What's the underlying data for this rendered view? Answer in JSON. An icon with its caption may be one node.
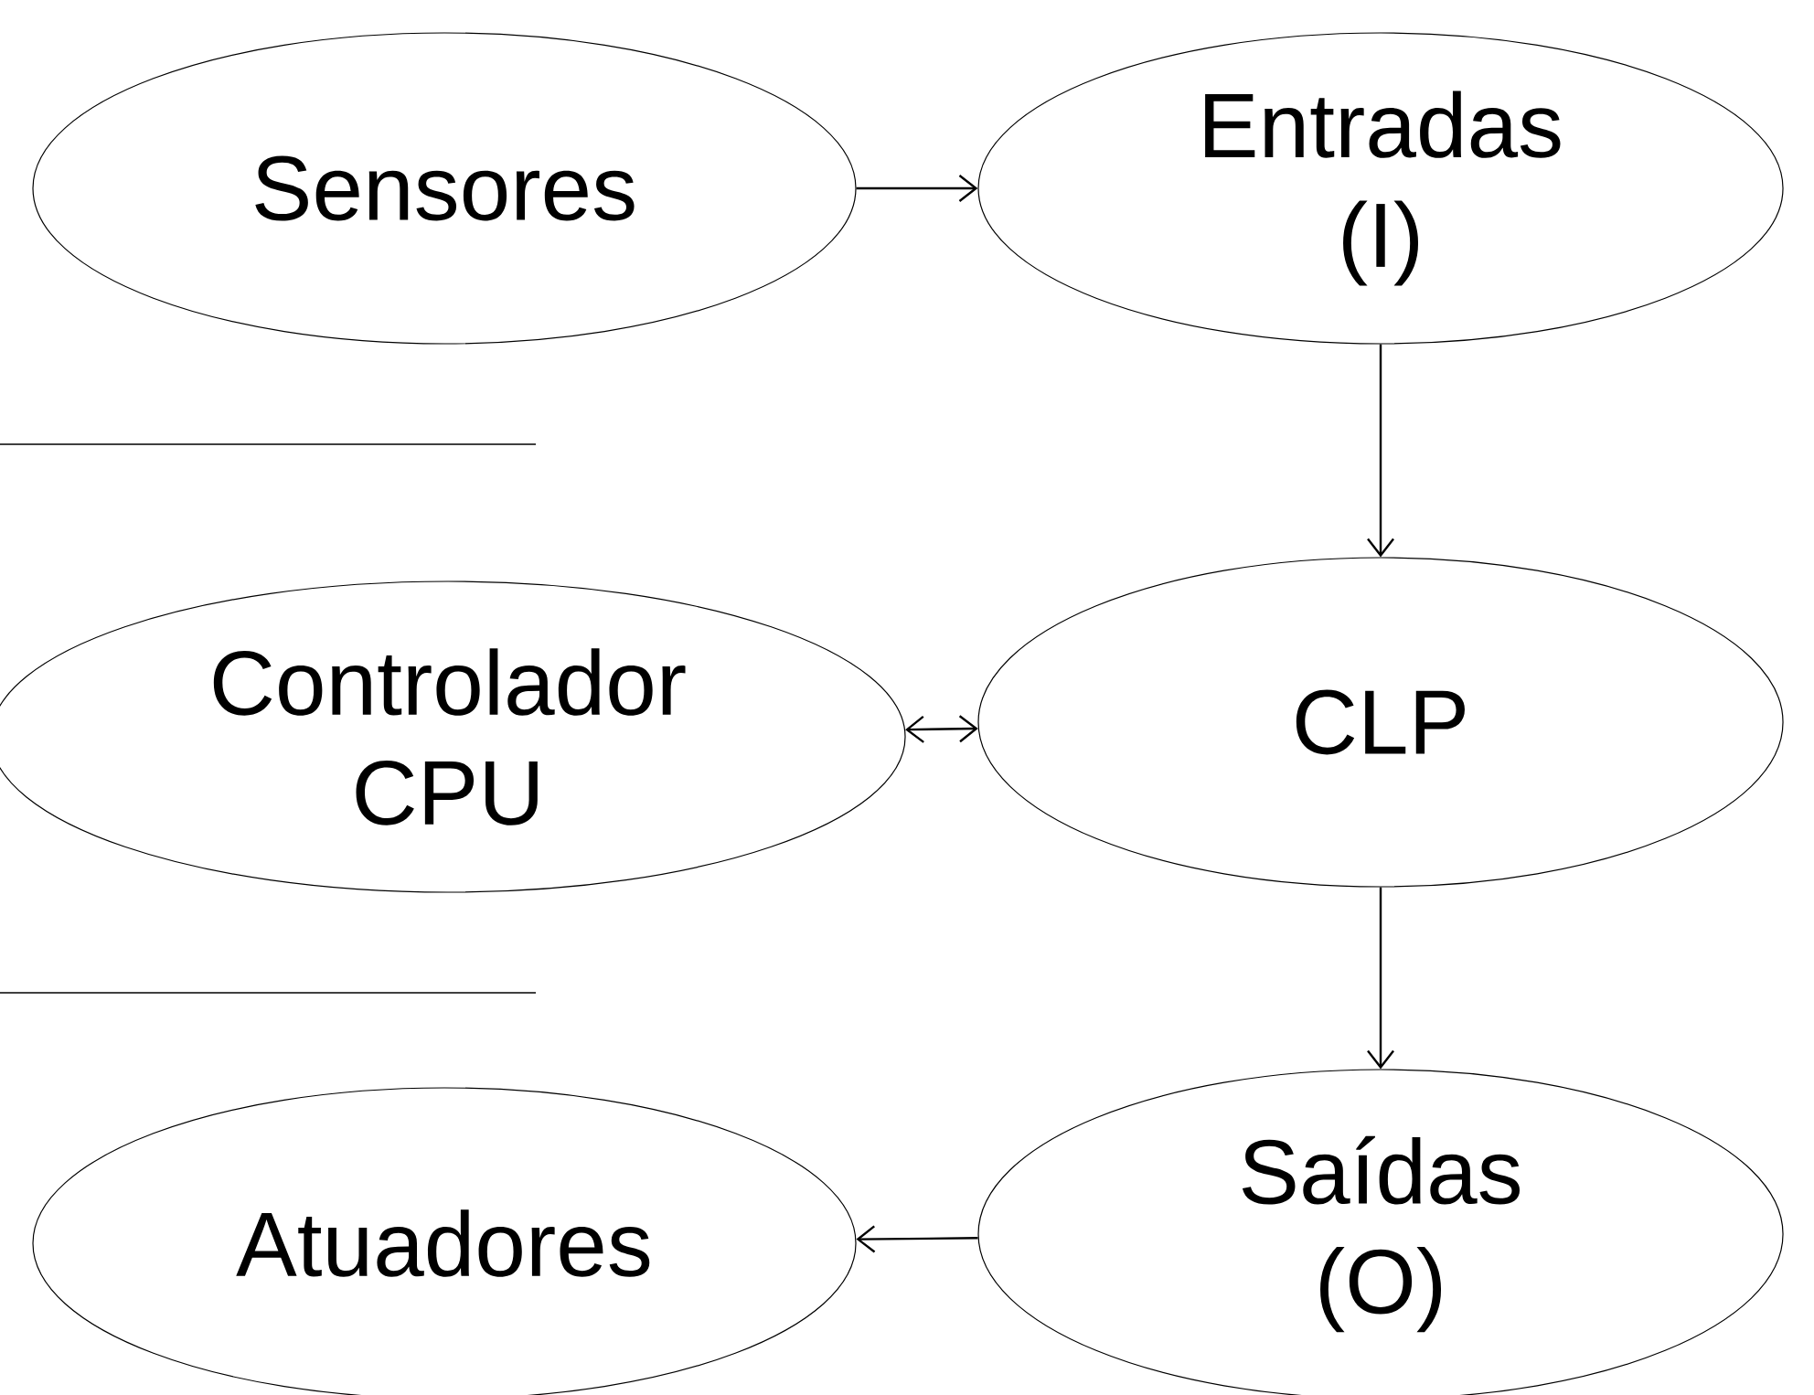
{
  "diagram": {
    "nodes": [
      {
        "text": [
          "Sensores"
        ]
      },
      {
        "text": [
          "Entradas (I)"
        ]
      },
      {
        "text": [
          "Controlador CPU"
        ]
      },
      {
        "text": [
          "CLP"
        ]
      },
      {
        "text": [
          "Atuadores"
        ]
      },
      {
        "text": [
          "Saídas (O)"
        ]
      }
    ],
    "edges": [
      {
        "from": 0,
        "to": 1,
        "arrow": "to"
      },
      {
        "from": 1,
        "to": 3,
        "arrow": "to"
      },
      {
        "from": 2,
        "to": 3,
        "arrow": "both"
      },
      {
        "from": 3,
        "to": 5,
        "arrow": "to"
      },
      {
        "from": 5,
        "to": 4,
        "arrow": "to"
      }
    ]
  }
}
